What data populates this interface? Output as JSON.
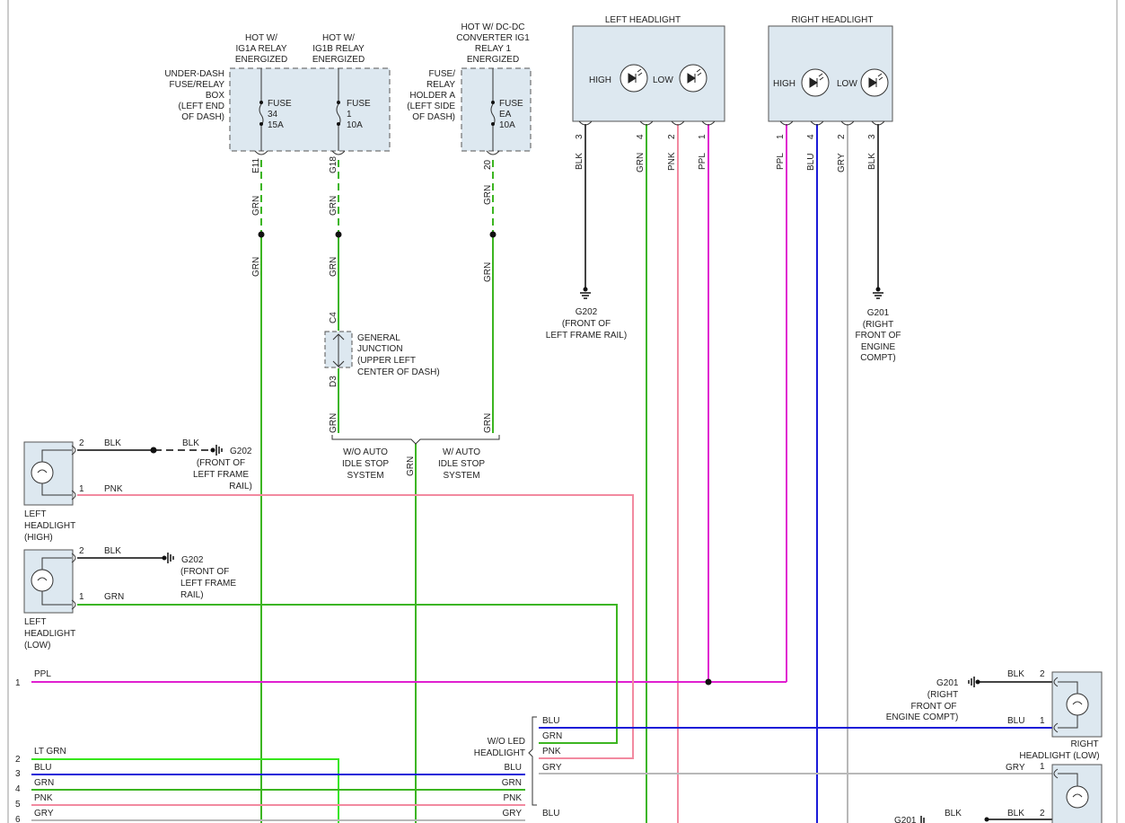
{
  "fuse_box": {
    "underdash_label": [
      "UNDER-DASH",
      "FUSE/RELAY",
      "BOX",
      "(LEFT END",
      "OF DASH)"
    ],
    "holder_label": [
      "FUSE/",
      "RELAY",
      "HOLDER A",
      "(LEFT SIDE",
      "OF DASH)"
    ],
    "feeds": [
      {
        "hot": [
          "HOT W/",
          "IG1A RELAY",
          "ENERGIZED"
        ],
        "fuse": [
          "FUSE",
          "34",
          "15A"
        ],
        "pin": "E11"
      },
      {
        "hot": [
          "HOT W/",
          "IG1B RELAY",
          "ENERGIZED"
        ],
        "fuse": [
          "FUSE",
          "1",
          "10A"
        ],
        "pin": "G18"
      },
      {
        "hot": [
          "HOT W/ DC-DC",
          "CONVERTER IG1",
          "RELAY 1",
          "ENERGIZED"
        ],
        "fuse": [
          "FUSE",
          "EA",
          "10A"
        ],
        "pin": "20"
      }
    ]
  },
  "junction": {
    "label": [
      "GENERAL",
      "JUNCTION",
      "(UPPER LEFT",
      "CENTER OF DASH)"
    ],
    "pin_top": "C4",
    "pin_bottom": "D3"
  },
  "options": {
    "left": [
      "W/O AUTO",
      "IDLE STOP",
      "SYSTEM"
    ],
    "right": [
      "W/ AUTO",
      "IDLE STOP",
      "SYSTEM"
    ]
  },
  "headlight_left_led": {
    "title": "LEFT HEADLIGHT",
    "high": "HIGH",
    "low": "LOW",
    "pins": [
      {
        "num": "3",
        "color": "BLK"
      },
      {
        "num": "4",
        "color": "GRN"
      },
      {
        "num": "2",
        "color": "PNK"
      },
      {
        "num": "1",
        "color": "PPL"
      }
    ],
    "ground": [
      "G202",
      "(FRONT OF",
      "LEFT FRAME RAIL)"
    ]
  },
  "headlight_right_led": {
    "title": "RIGHT HEADLIGHT",
    "high": "HIGH",
    "low": "LOW",
    "pins": [
      {
        "num": "1",
        "color": "PPL"
      },
      {
        "num": "4",
        "color": "BLU"
      },
      {
        "num": "2",
        "color": "GRY"
      },
      {
        "num": "3",
        "color": "BLK"
      }
    ],
    "ground": [
      "G201",
      "(RIGHT",
      "FRONT OF",
      "ENGINE",
      "COMPT)"
    ]
  },
  "left_high": {
    "label": [
      "LEFT",
      "HEADLIGHT",
      "(HIGH)"
    ],
    "pin2": "2",
    "pin2_color": "BLK",
    "pin2_color_b": "BLK",
    "pin1": "1",
    "pin1_color": "PNK",
    "ground": [
      "G202",
      "(FRONT OF",
      "LEFT FRAME",
      "RAIL)"
    ]
  },
  "left_low": {
    "label": [
      "LEFT",
      "HEADLIGHT",
      "(LOW)"
    ],
    "pin2": "2",
    "pin2_color": "BLK",
    "pin1": "1",
    "pin1_color": "GRN",
    "ground": [
      "G202",
      "(FRONT OF",
      "LEFT FRAME",
      "RAIL)"
    ]
  },
  "right_low": {
    "label": [
      "RIGHT",
      "HEADLIGHT (LOW)"
    ],
    "pin2": "2",
    "pin2_color": "BLK",
    "pin1": "1",
    "pin1_color": "BLU",
    "pin1b": "1",
    "pin1b_color": "GRY",
    "pin2b": "2",
    "pin2b_color": "BLK",
    "ground": [
      "G201",
      "(RIGHT",
      "FRONT OF",
      "ENGINE COMPT)"
    ],
    "ground_b": "G201"
  },
  "wire_labels": {
    "grn": "GRN",
    "ppl": "PPL",
    "ppl_pin": "1"
  },
  "led_group": {
    "label": [
      "W/O LED",
      "HEADLIGHT"
    ],
    "top": [
      "BLU",
      "GRN",
      "PNK",
      "GRY"
    ],
    "bottom": [
      "BLU",
      "GRN",
      "PNK",
      "GRY",
      "BLU"
    ]
  },
  "bottom_bus": [
    {
      "pin": "2",
      "color": "LT GRN"
    },
    {
      "pin": "3",
      "color": "BLU"
    },
    {
      "pin": "4",
      "color": "GRN"
    },
    {
      "pin": "5",
      "color": "PNK"
    },
    {
      "pin": "6",
      "color": "GRY"
    }
  ],
  "colors": {
    "green": "#3cb521",
    "lt_green": "#36e61c",
    "pink": "#f28aa0",
    "purple": "#e020d0",
    "blue": "#1a1ad8",
    "gray": "#b8b8b8",
    "black": "#333333",
    "box_fill": "#dde8f0"
  }
}
